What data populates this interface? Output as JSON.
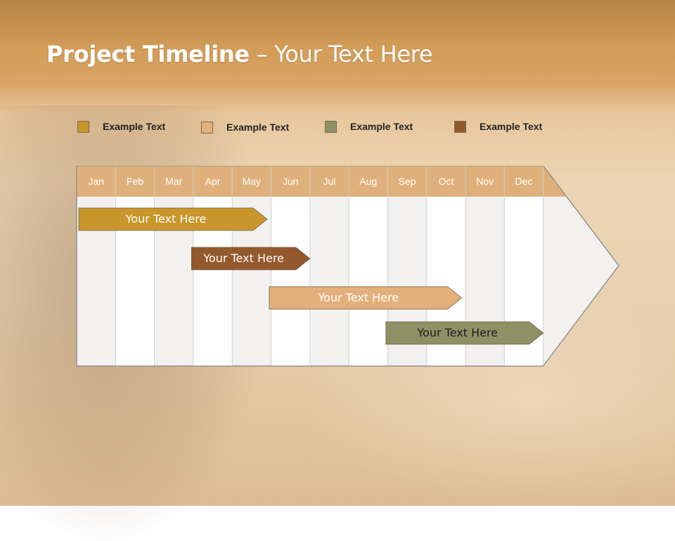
{
  "title": {
    "bold": "Project Timeline",
    "rest": " – Your Text Here"
  },
  "legend": [
    {
      "label": "Example Text",
      "color": "#c8962a"
    },
    {
      "label": "Example Text",
      "color": "#e3b07c"
    },
    {
      "label": "Example Text",
      "color": "#8e9066"
    },
    {
      "label": "Example Text",
      "color": "#93592d"
    }
  ],
  "timeline": {
    "months": [
      "Jan",
      "Feb",
      "Mar",
      "Apr",
      "May",
      "Jun",
      "Jul",
      "Aug",
      "Sep",
      "Oct",
      "Nov",
      "Dec"
    ],
    "header_color": "#e0b07c",
    "tasks": [
      {
        "label": "Your  Text Here",
        "start_month": 1.0,
        "end_month": 4.9,
        "color": "#c8962a",
        "text_color": "#ffffff"
      },
      {
        "label": "Your  Text Here",
        "start_month": 3.9,
        "end_month": 6.0,
        "color": "#93592d",
        "text_color": "#ffffff"
      },
      {
        "label": "Your  Text Here",
        "start_month": 5.9,
        "end_month": 9.9,
        "color": "#e3b07c",
        "text_color": "#ffffff"
      },
      {
        "label": "Your  Text Here",
        "start_month": 8.9,
        "end_month": 12.0,
        "color": "#8e9066",
        "text_color": "#1e1e1e"
      }
    ]
  }
}
